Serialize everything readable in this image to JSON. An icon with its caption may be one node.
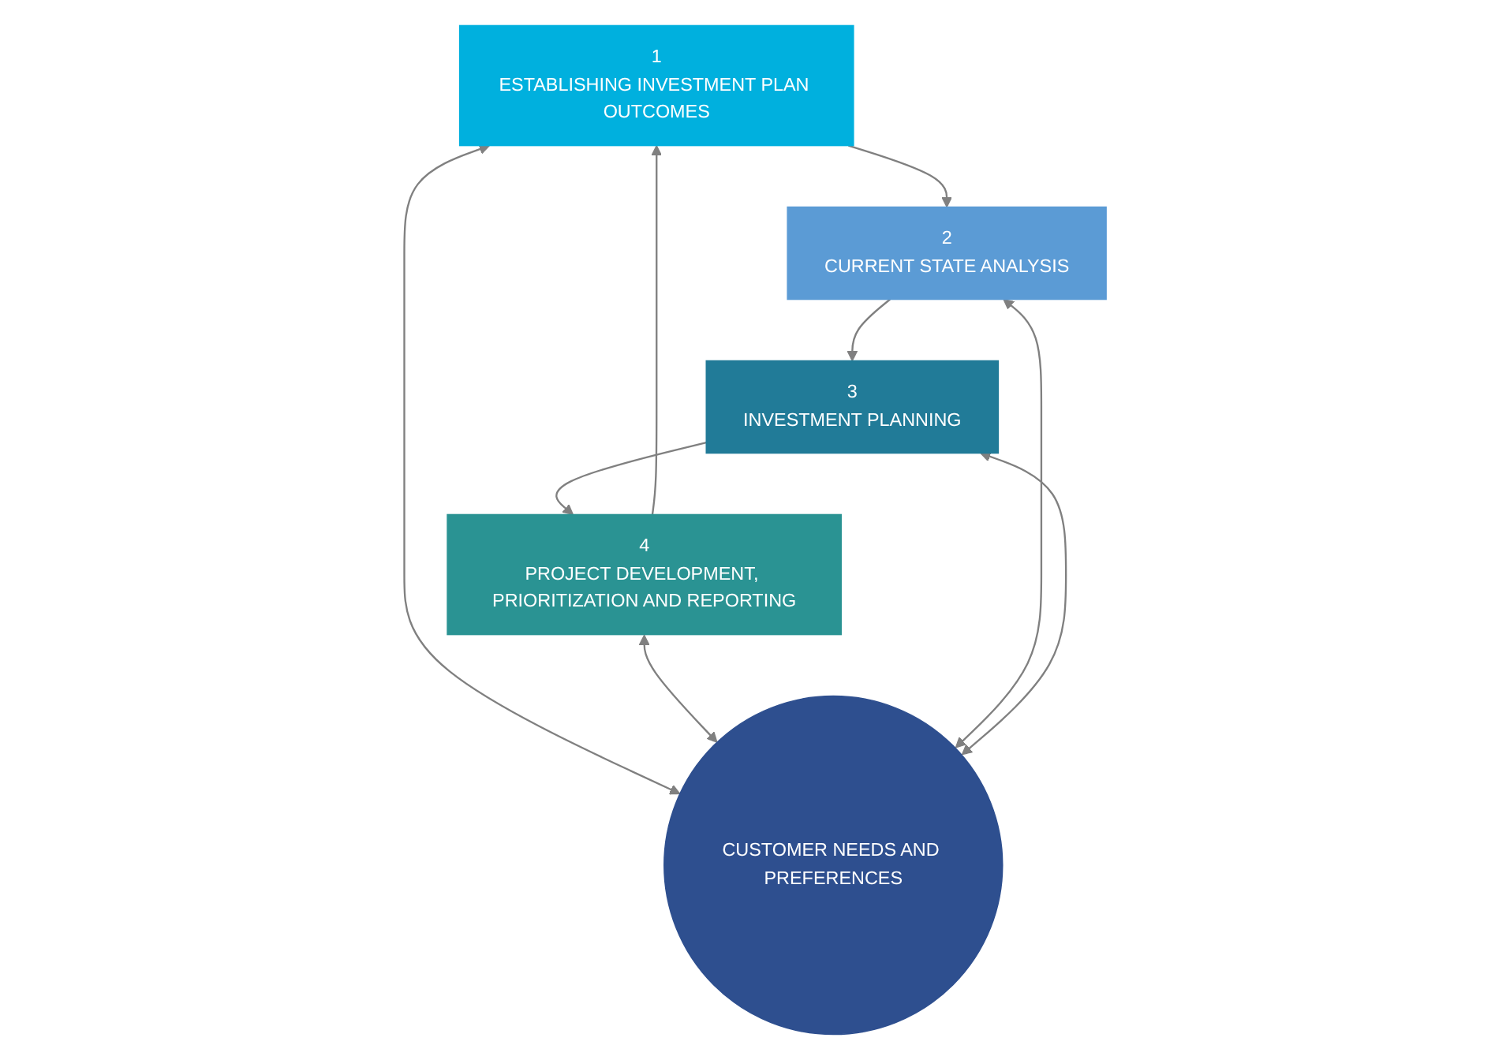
{
  "diagram": {
    "nodes": [
      {
        "text": [
          "1",
          "ESTABLISHING INVESTMENT PLAN OUTCOMES"
        ]
      },
      {
        "text": [
          "4",
          "PROJECT DEVELOPMENT, PRIORITIZATION AND REPORTING"
        ]
      },
      {
        "text": [
          "CUSTOMER NEEDS AND PREFERENCES"
        ]
      },
      {
        "text": [
          "2",
          "CURRENT STATE ANALYSIS"
        ]
      },
      {
        "text": [
          "3",
          "INVESTMENT PLANNING"
        ]
      }
    ],
    "edges": [
      {
        "from": 0,
        "to": 3,
        "arrow": "to"
      },
      {
        "from": 3,
        "to": 4,
        "arrow": "to"
      },
      {
        "from": 4,
        "to": 1,
        "arrow": "to"
      },
      {
        "from": 1,
        "to": 0,
        "arrow": "to"
      },
      {
        "from": 0,
        "to": 2,
        "arrow": "both"
      },
      {
        "from": 1,
        "to": 2,
        "arrow": "both"
      },
      {
        "from": 2,
        "to": 3,
        "arrow": "both"
      },
      {
        "from": 2,
        "to": 4,
        "arrow": "both"
      }
    ]
  }
}
